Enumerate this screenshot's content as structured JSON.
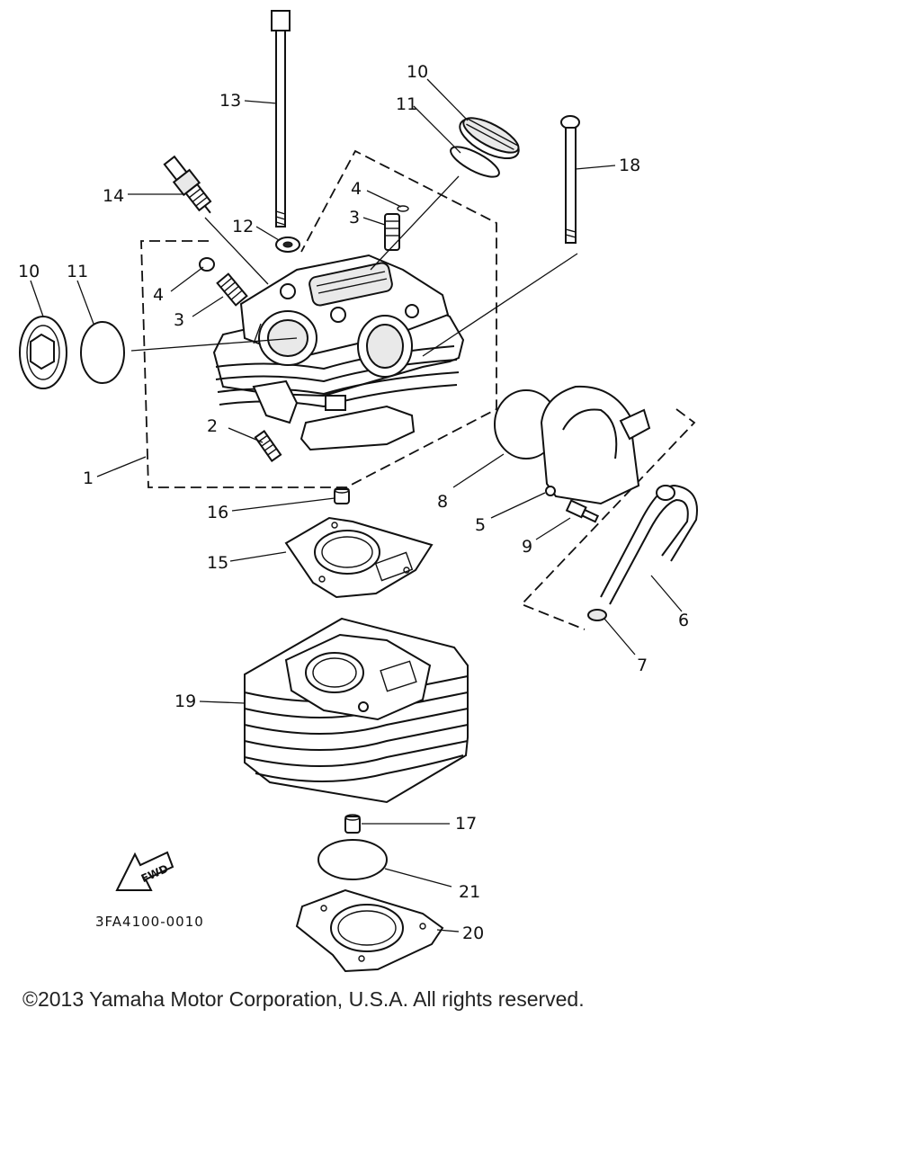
{
  "callouts": {
    "c1": "1",
    "c2": "2",
    "c3a": "3",
    "c3b": "3",
    "c4a": "4",
    "c4b": "4",
    "c5": "5",
    "c6": "6",
    "c7": "7",
    "c8": "8",
    "c9": "9",
    "c10a": "10",
    "c10b": "10",
    "c11a": "11",
    "c11b": "11",
    "c12": "12",
    "c13": "13",
    "c14": "14",
    "c15": "15",
    "c16": "16",
    "c17": "17",
    "c18": "18",
    "c19": "19",
    "c20": "20",
    "c21": "21"
  },
  "fwd_label": "FWD",
  "diagram_code": "3FA4100-0010",
  "copyright": "©2013 Yamaha Motor Corporation, U.S.A. All rights reserved."
}
